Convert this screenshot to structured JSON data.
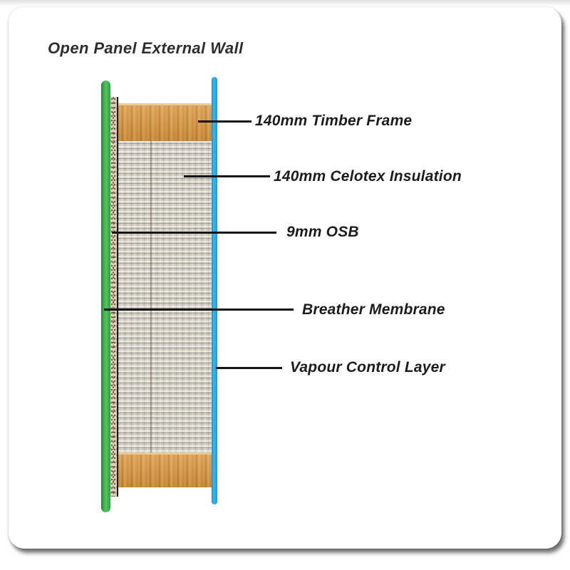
{
  "title": "Open Panel External Wall",
  "diagram": {
    "labels": [
      {
        "id": "timber-frame",
        "text": "140mm Timber Frame"
      },
      {
        "id": "celotex-insulation",
        "text": "140mm Celotex Insulation"
      },
      {
        "id": "osb",
        "text": "9mm OSB"
      },
      {
        "id": "breather-membrane",
        "text": "Breather Membrane"
      },
      {
        "id": "vapour-control-layer",
        "text": "Vapour Control Layer"
      }
    ],
    "layers": [
      {
        "id": "breather-membrane-strip",
        "color": "#3ca94a"
      },
      {
        "id": "osb-board",
        "color": "#dbd3c1"
      },
      {
        "id": "timber-frame-top",
        "color": "#d6923c"
      },
      {
        "id": "insulation-core",
        "color": "#cfcabf"
      },
      {
        "id": "timber-frame-bottom",
        "color": "#d6923c"
      },
      {
        "id": "vapour-control-line",
        "color": "#2aa7dd"
      }
    ],
    "leader_color": "#141414",
    "text_color": "#1c1c1c",
    "card_background": "#ffffff"
  }
}
